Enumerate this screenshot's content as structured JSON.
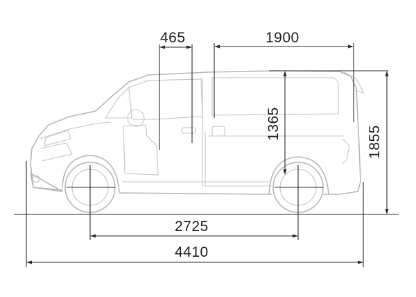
{
  "diagram": {
    "subject": "Van side-profile dimension drawing",
    "units": "mm",
    "dimensions": {
      "overall_length": {
        "label": "4410",
        "orientation": "horizontal"
      },
      "wheelbase": {
        "label": "2725",
        "orientation": "horizontal"
      },
      "cargo_length": {
        "label": "1900",
        "orientation": "horizontal"
      },
      "sliding_door_width": {
        "label": "465",
        "orientation": "horizontal"
      },
      "interior_height": {
        "label": "1365",
        "orientation": "vertical"
      },
      "overall_height": {
        "label": "1855",
        "orientation": "vertical"
      }
    },
    "colors": {
      "outline": "#b8b8b8",
      "dimension_lines": "#2a2a2a",
      "text": "#1d1d1d",
      "background": "#ffffff"
    }
  }
}
